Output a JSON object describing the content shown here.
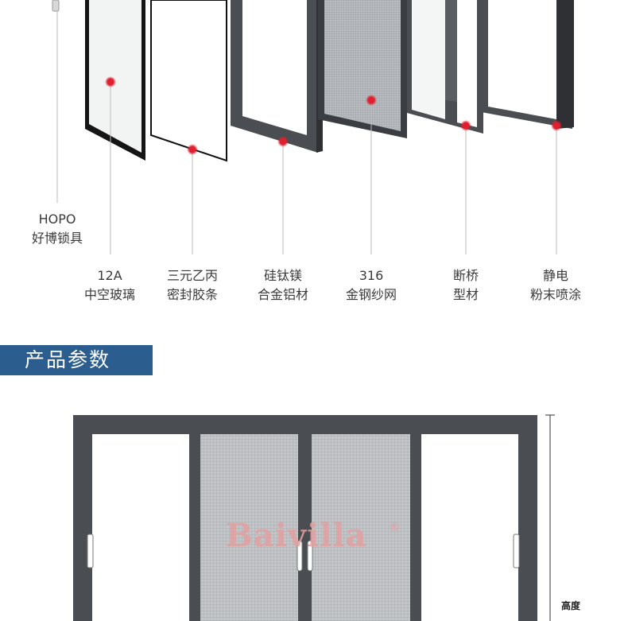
{
  "components": [
    {
      "id": "lock",
      "line1": "HOPO",
      "line2": "好博锁具"
    },
    {
      "id": "glass",
      "line1": "12A",
      "line2": "中空玻璃"
    },
    {
      "id": "seal",
      "line1": "三元乙丙",
      "line2": "密封胶条"
    },
    {
      "id": "alloy",
      "line1": "硅钛镁",
      "line2": "合金铝材"
    },
    {
      "id": "mesh",
      "line1": "316",
      "line2": "金钢纱网"
    },
    {
      "id": "bridge",
      "line1": "断桥",
      "line2": "型材"
    },
    {
      "id": "coating",
      "line1": "静电",
      "line2": "粉末喷涂"
    }
  ],
  "section_title": "产品参数",
  "brand": {
    "name": "Baivilla",
    "mark": "®"
  },
  "dimension": {
    "height_label": "高度"
  },
  "colors": {
    "frame": "#4a4d52",
    "banner": "#2c5d8f",
    "marker": "#d42030",
    "brand": "#e2a0a0"
  }
}
